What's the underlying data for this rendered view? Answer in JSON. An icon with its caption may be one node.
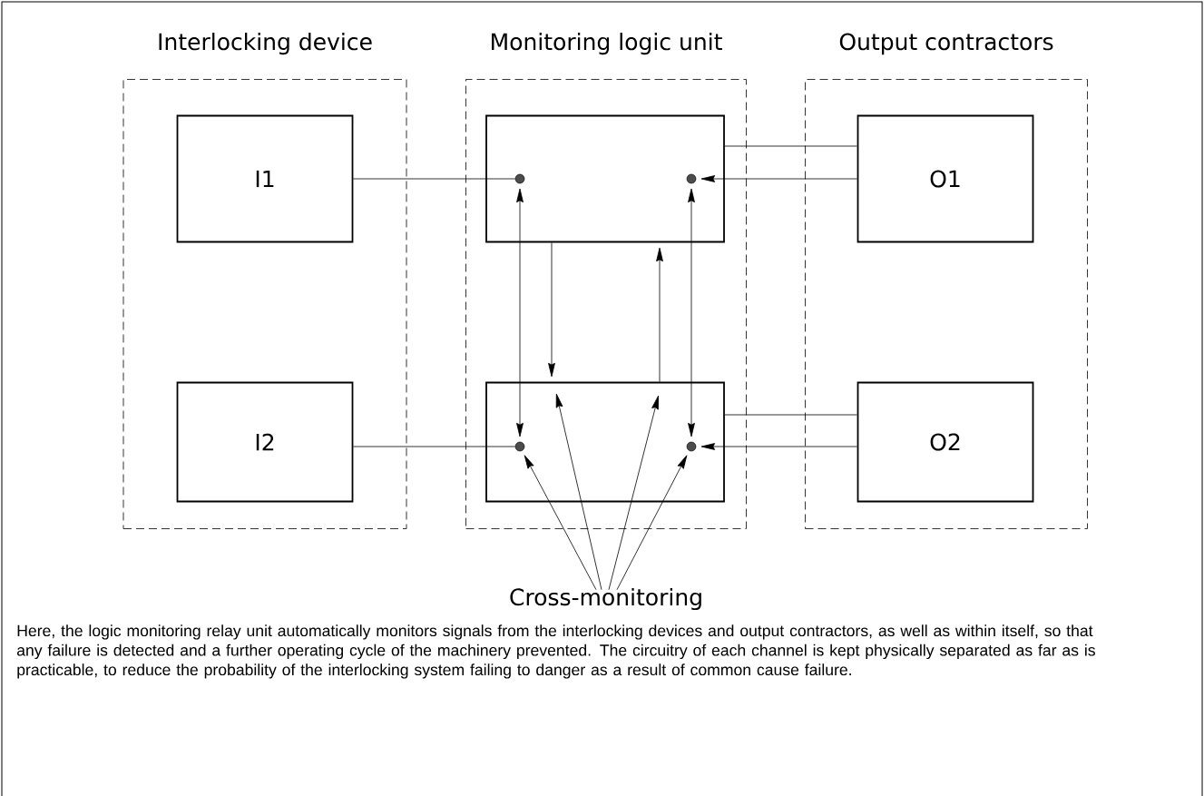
{
  "diagram": {
    "caption": "Here, the logic monitoring relay unit automatically monitors signals from the interlocking devices and output contractors, as well as within itself, so that any failure is detected and a further operating cycle of the machinery prevented. The circuitry of each channel is kept physically separated as far as is practicable, to reduce the probability of the interlocking system failing to danger as a result of common cause failure.",
    "nodes": [
      {
        "text": [
          "Interlocking device"
        ]
      },
      {
        "text": [
          "I1"
        ],
        "in": 0
      },
      {
        "text": [
          "I2"
        ],
        "in": 0
      },
      {
        "text": [
          "Monitoring logic unit"
        ]
      },
      {
        "text": [],
        "shape": "box",
        "in": 3
      },
      {
        "text": [],
        "shape": "box",
        "in": 3
      },
      {
        "text": [
          "Output contractors"
        ]
      },
      {
        "text": [
          "O1"
        ],
        "in": 6
      },
      {
        "text": [
          "O2"
        ],
        "in": 6
      },
      {
        "text": [],
        "shape": "circle",
        "in": 4
      },
      {
        "text": [],
        "shape": "circle",
        "in": 4
      },
      {
        "text": [],
        "shape": "circle",
        "in": 5
      },
      {
        "text": [],
        "shape": "circle",
        "in": 5
      },
      {
        "text": [
          "Cross-monitoring"
        ]
      }
    ],
    "edges": [
      {
        "from": 1,
        "to": 9,
        "arrow": "none"
      },
      {
        "from": 7,
        "to": 10,
        "arrow": "to"
      },
      {
        "from": 7,
        "to": 4,
        "arrow": "none"
      },
      {
        "from": 9,
        "to": 11,
        "arrow": "both"
      },
      {
        "from": 10,
        "to": 12,
        "arrow": "both"
      },
      {
        "from": 4,
        "to": 5,
        "arrow": "to"
      },
      {
        "from": 5,
        "to": 4,
        "arrow": "to"
      },
      {
        "from": 2,
        "to": 11,
        "arrow": "none"
      },
      {
        "from": 8,
        "to": 12,
        "arrow": "to"
      },
      {
        "from": 8,
        "to": 5,
        "arrow": "none"
      },
      {
        "from": 13,
        "to": 11,
        "arrow": "to"
      },
      {
        "from": 13,
        "to": 5,
        "arrow": "to"
      },
      {
        "from": 13,
        "to": 5,
        "arrow": "to"
      },
      {
        "from": 13,
        "to": 12,
        "arrow": "to"
      }
    ]
  }
}
